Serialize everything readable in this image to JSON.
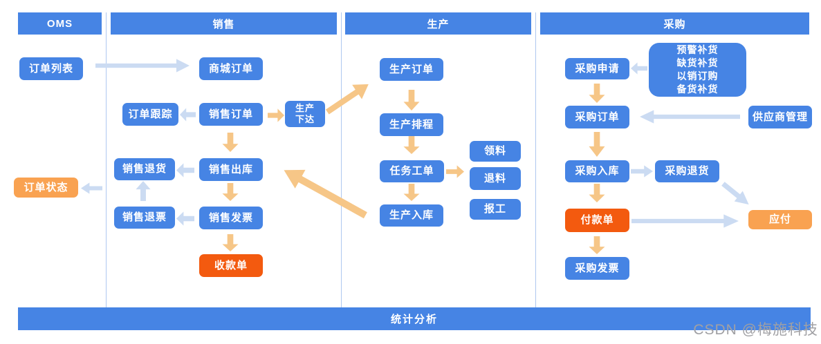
{
  "colors": {
    "primary_blue": "#4684e4",
    "node_orange": "#f9a251",
    "node_red_orange": "#f35a0f",
    "arrow_light_blue": "#cbdbf2",
    "arrow_orange": "#f6c687",
    "divider_blue": "#aec7f0"
  },
  "columns": {
    "oms": {
      "header": "OMS",
      "order_list": "订单列表",
      "order_status": "订单状态"
    },
    "sales": {
      "header": "销售",
      "mall_order": "商城订单",
      "order_tracking": "订单跟踪",
      "sales_order": "销售订单",
      "production_release": "生产下达",
      "sales_return": "销售退货",
      "sales_outbound": "销售出库",
      "sales_ticket_refund": "销售退票",
      "sales_invoice": "销售发票",
      "receipt_order": "收款单"
    },
    "production": {
      "header": "生产",
      "production_order": "生产订单",
      "production_schedule": "生产排程",
      "task_work_order": "任务工单",
      "material_pick": "领料",
      "material_return": "退料",
      "work_report": "报工",
      "production_inbound": "生产入库"
    },
    "purchase": {
      "header": "采购",
      "purchase_request": "采购申请",
      "replenish_lines": [
        "预警补货",
        "缺货补货",
        "以销订购",
        "备货补货"
      ],
      "purchase_order": "采购订单",
      "supplier_management": "供应商管理",
      "purchase_inbound": "采购入库",
      "purchase_return": "采购退货",
      "payment_order": "付款单",
      "payable": "应付",
      "purchase_invoice": "采购发票"
    }
  },
  "footer": {
    "label": "统计分析"
  },
  "watermark": "CSDN @梅施科技"
}
